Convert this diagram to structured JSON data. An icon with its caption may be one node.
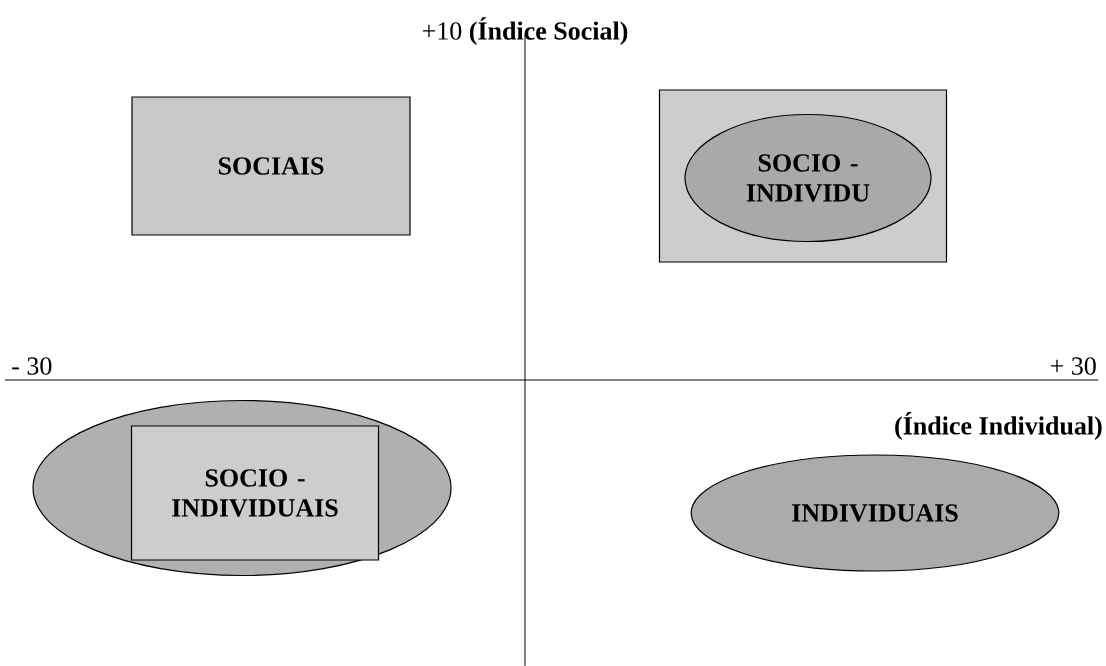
{
  "diagram": {
    "nodes": [
      {
        "text": [
          "SOCIAIS"
        ]
      },
      {
        "text": [],
        "shape": "box"
      },
      {
        "text": [
          "SOCIO - INDIVIDU"
        ],
        "in": 1
      },
      {
        "text": [],
        "shape": "ellipse"
      },
      {
        "text": [
          "SOCIO - INDIVIDUAIS"
        ],
        "in": 3
      },
      {
        "text": [
          "INDIVIDUAIS"
        ]
      }
    ],
    "edges": [],
    "labels": [
      "+10 **(Índice Social)**",
      "- 30",
      "+ 30",
      "(Índice Individual)"
    ]
  }
}
